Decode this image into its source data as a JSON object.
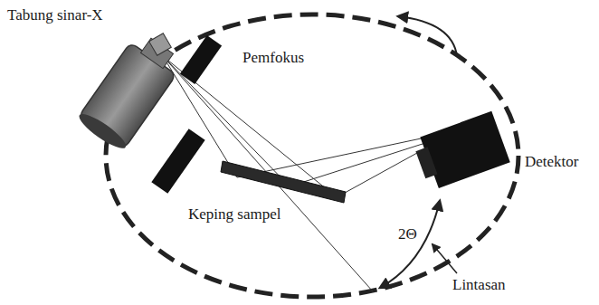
{
  "diagram": {
    "labels": [
      "Tabung sinar-X",
      "Pemfokus",
      "Detektor",
      "Keping sampel",
      "2Θ",
      "Lintasan"
    ]
  }
}
